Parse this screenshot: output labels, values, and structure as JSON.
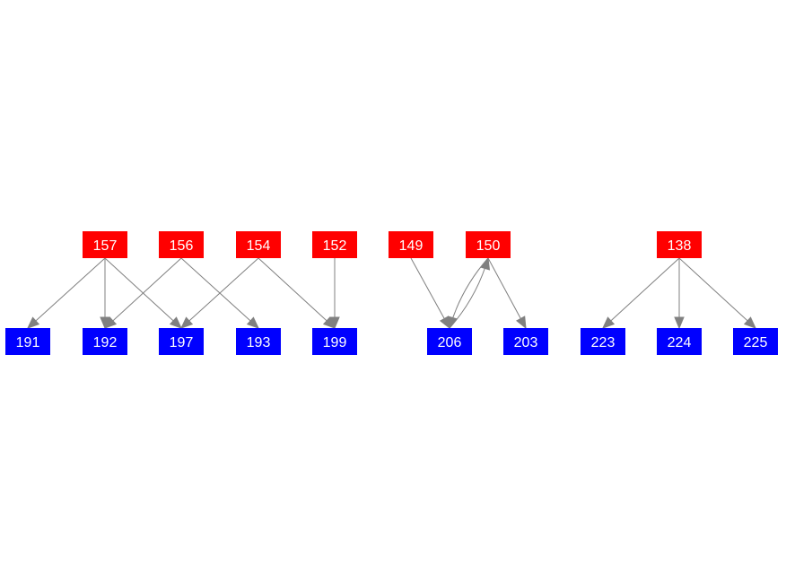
{
  "colors": {
    "source_node": "#ff0000",
    "target_node": "#0000ff",
    "edge": "#808080",
    "label": "#ffffff",
    "background": "#ffffff"
  },
  "nodes": [
    {
      "id": "157",
      "label": "157",
      "kind": "source"
    },
    {
      "id": "156",
      "label": "156",
      "kind": "source"
    },
    {
      "id": "154",
      "label": "154",
      "kind": "source"
    },
    {
      "id": "152",
      "label": "152",
      "kind": "source"
    },
    {
      "id": "149",
      "label": "149",
      "kind": "source"
    },
    {
      "id": "150",
      "label": "150",
      "kind": "source"
    },
    {
      "id": "138",
      "label": "138",
      "kind": "source"
    },
    {
      "id": "191",
      "label": "191",
      "kind": "target"
    },
    {
      "id": "192",
      "label": "192",
      "kind": "target"
    },
    {
      "id": "197",
      "label": "197",
      "kind": "target"
    },
    {
      "id": "193",
      "label": "193",
      "kind": "target"
    },
    {
      "id": "199",
      "label": "199",
      "kind": "target"
    },
    {
      "id": "206",
      "label": "206",
      "kind": "target"
    },
    {
      "id": "203",
      "label": "203",
      "kind": "target"
    },
    {
      "id": "223",
      "label": "223",
      "kind": "target"
    },
    {
      "id": "224",
      "label": "224",
      "kind": "target"
    },
    {
      "id": "225",
      "label": "225",
      "kind": "target"
    }
  ],
  "edges": [
    {
      "from": "157",
      "to": "191"
    },
    {
      "from": "157",
      "to": "192"
    },
    {
      "from": "157",
      "to": "197"
    },
    {
      "from": "156",
      "to": "192"
    },
    {
      "from": "156",
      "to": "193"
    },
    {
      "from": "154",
      "to": "197"
    },
    {
      "from": "154",
      "to": "199"
    },
    {
      "from": "152",
      "to": "199"
    },
    {
      "from": "149",
      "to": "206"
    },
    {
      "from": "150",
      "to": "206"
    },
    {
      "from": "206",
      "to": "150"
    },
    {
      "from": "150",
      "to": "203"
    },
    {
      "from": "138",
      "to": "223"
    },
    {
      "from": "138",
      "to": "224"
    },
    {
      "from": "138",
      "to": "225"
    }
  ]
}
